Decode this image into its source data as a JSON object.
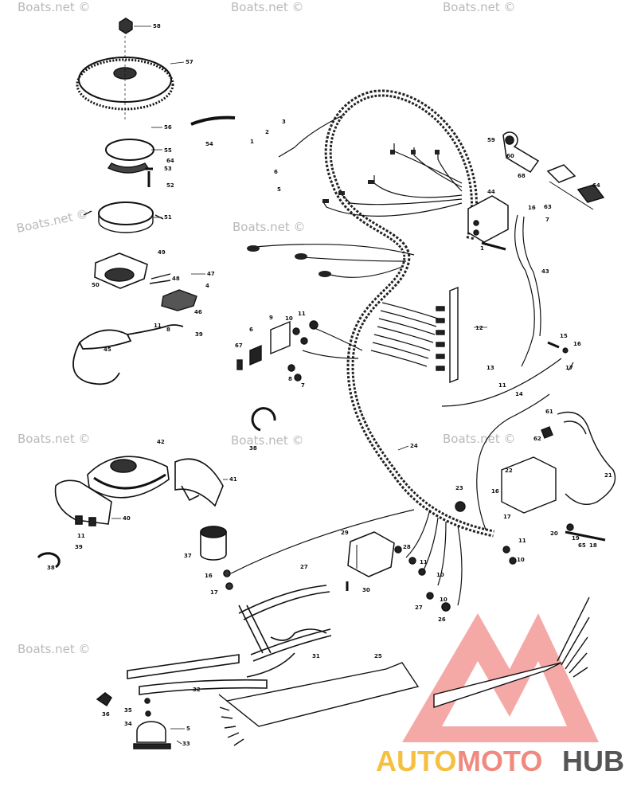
{
  "watermarks": [
    "Boats.net ©",
    "Boats.net ©",
    "Boats.net ©",
    "Boats.net ©",
    "Boats.net ©",
    "Boats.net ©",
    "Boats.net ©",
    "Boats.net ©",
    "Boats.net ©"
  ],
  "logo": {
    "part1": "AUTO",
    "part2": "MOTO",
    "part3": "HUB",
    "colors": {
      "auto": "#f5c040",
      "moto": "#f08a80",
      "hub": "#555555",
      "triangle": "#f39a98"
    }
  },
  "callouts": [
    "58",
    "57",
    "56",
    "55",
    "64",
    "53",
    "52",
    "54",
    "51",
    "49",
    "50",
    "48",
    "47",
    "4",
    "46",
    "45",
    "11",
    "8",
    "39",
    "2",
    "3",
    "1",
    "6",
    "5",
    "59",
    "60",
    "68",
    "64",
    "63",
    "44",
    "16",
    "7",
    "1",
    "43",
    "12",
    "9",
    "10",
    "11",
    "6",
    "67",
    "8",
    "7",
    "13",
    "11",
    "14",
    "15",
    "16",
    "17",
    "38",
    "42",
    "41",
    "40",
    "11",
    "39",
    "38",
    "24",
    "61",
    "62",
    "22",
    "21",
    "23",
    "16",
    "17",
    "11",
    "20",
    "19",
    "65",
    "18",
    "10",
    "37",
    "16",
    "17",
    "29",
    "28",
    "11",
    "10",
    "27",
    "30",
    "27",
    "10",
    "26",
    "31",
    "32",
    "25",
    "36",
    "35",
    "34",
    "5",
    "33"
  ]
}
